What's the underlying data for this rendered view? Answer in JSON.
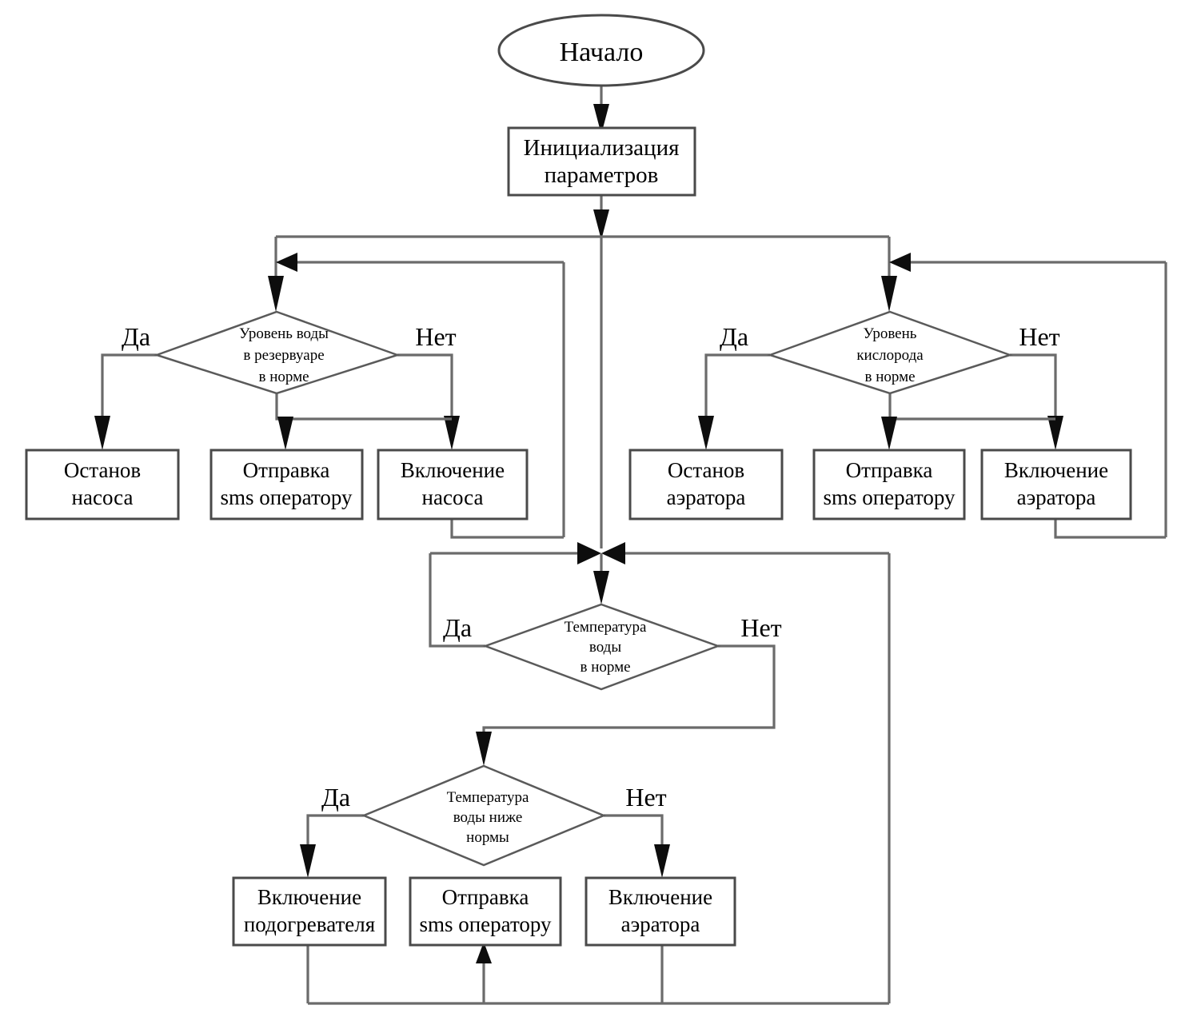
{
  "diagram": {
    "title_text": "",
    "language": "ru",
    "colors": {
      "background": "#ffffff",
      "node_stroke": "#4a4a4a",
      "diamond_stroke": "#5a5a5a",
      "edge_stroke": "#6b6b6b",
      "arrow_fill": "#0d0d0d",
      "text": "#000000"
    }
  },
  "nodes": {
    "start": {
      "label": "Начало"
    },
    "init": {
      "line1": "Инициализация",
      "line2": "параметров"
    },
    "water_level_decision": {
      "line1": "Уровень воды",
      "line2": "в резервуаре",
      "line3": "в норме"
    },
    "oxygen_decision": {
      "line1": "Уровень",
      "line2": "кислорода",
      "line3": "в норме"
    },
    "temp_normal_decision": {
      "line1": "Температура",
      "line2": "воды",
      "line3": "в норме"
    },
    "temp_below_decision": {
      "line1": "Температура",
      "line2": "воды ниже",
      "line3": "нормы"
    },
    "pump_stop": {
      "line1": "Останов",
      "line2": "насоса"
    },
    "pump_sms": {
      "line1": "Отправка",
      "line2": "sms оператору"
    },
    "pump_start": {
      "line1": "Включение",
      "line2": "насоса"
    },
    "aerator_stop": {
      "line1": "Останов",
      "line2": "аэратора"
    },
    "aerator_sms": {
      "line1": "Отправка",
      "line2": "sms оператору"
    },
    "aerator_start": {
      "line1": "Включение",
      "line2": "аэратора"
    },
    "heater_start": {
      "line1": "Включение",
      "line2": "подогревателя"
    },
    "temp_sms": {
      "line1": "Отправка",
      "line2": "sms оператору"
    },
    "temp_aerator_start": {
      "line1": "Включение",
      "line2": "аэратора"
    }
  },
  "edge_labels": {
    "water_yes": "Да",
    "water_no": "Нет",
    "oxygen_yes": "Да",
    "oxygen_no": "Нет",
    "temp_normal_yes": "Да",
    "temp_normal_no": "Нет",
    "temp_below_yes": "Да",
    "temp_below_no": "Нет"
  }
}
